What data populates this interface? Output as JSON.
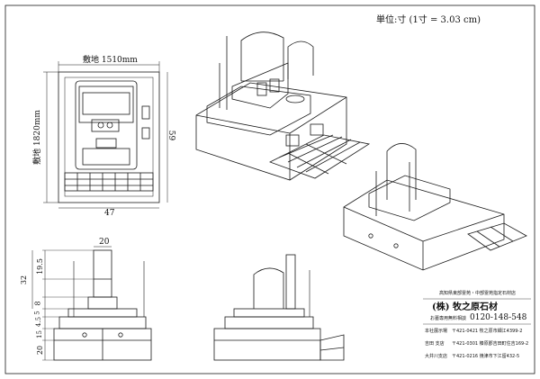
{
  "unit_note": "単位:寸 (1寸 = 3.03 cm)",
  "plan_view": {
    "width_label": "敷地 1510mm",
    "depth_label": "敷地 1820mm",
    "dim_width": "47",
    "dim_depth": "59"
  },
  "front_view": {
    "dim_top_width": "20",
    "dim_heights": [
      "19.5",
      "32",
      "8",
      "5",
      "4.5",
      "15",
      "20"
    ]
  },
  "company": {
    "tagline": "高知県東部霊苑・中部霊苑指定石材店",
    "name": "(株) 牧之原石材",
    "phone_label": "お墓専用無料相談",
    "phone": "0120-148-548",
    "branches": [
      {
        "name": "本社展示場",
        "address": "〒421-0421 牧之原市細江4399-2"
      },
      {
        "name": "吉田 支店",
        "address": "〒421-0301 榛原郡吉田町住吉169-2"
      },
      {
        "name": "大井川支店",
        "address": "〒421-0216 焼津市下江留432-5"
      }
    ]
  },
  "colors": {
    "line": "#1a1a1a",
    "background": "#ffffff"
  }
}
